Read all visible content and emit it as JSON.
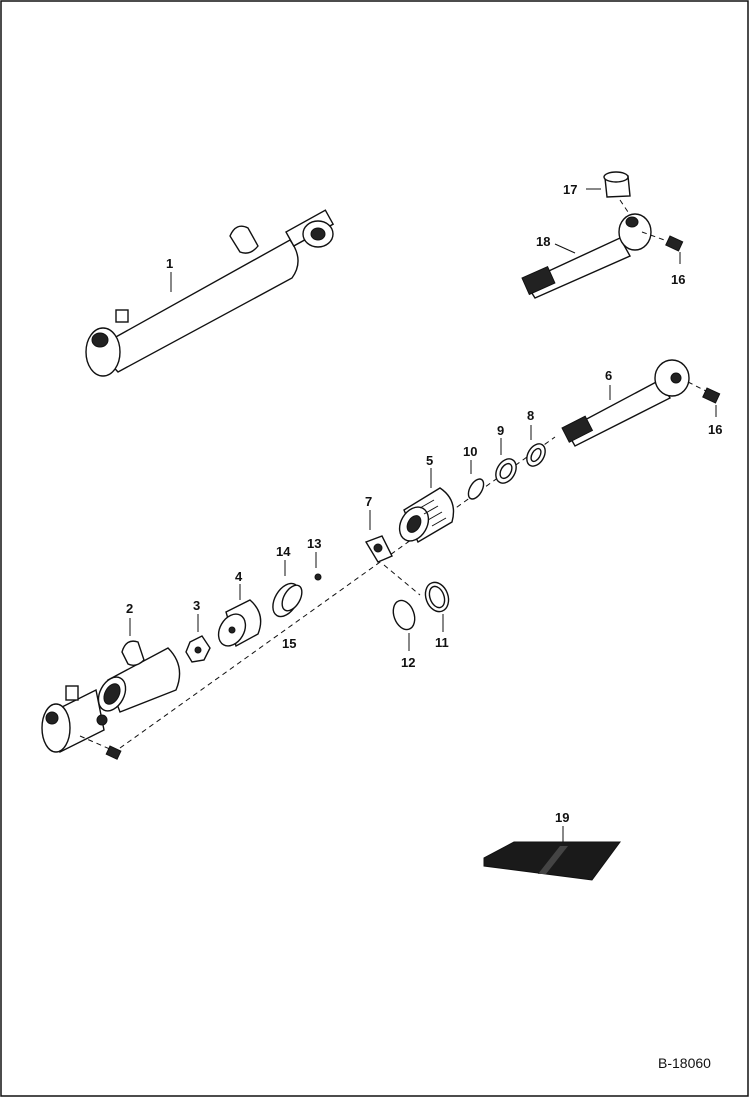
{
  "diagram": {
    "reference_code": "B-18060",
    "callouts": {
      "c1": "1",
      "c2": "2",
      "c3": "3",
      "c4": "4",
      "c5": "5",
      "c6": "6",
      "c7": "7",
      "c8": "8",
      "c9": "9",
      "c10": "10",
      "c11": "11",
      "c12": "12",
      "c13": "13",
      "c14": "14",
      "c15": "15",
      "c16a": "16",
      "c16b": "16",
      "c17": "17",
      "c18": "18",
      "c19": "19"
    }
  }
}
